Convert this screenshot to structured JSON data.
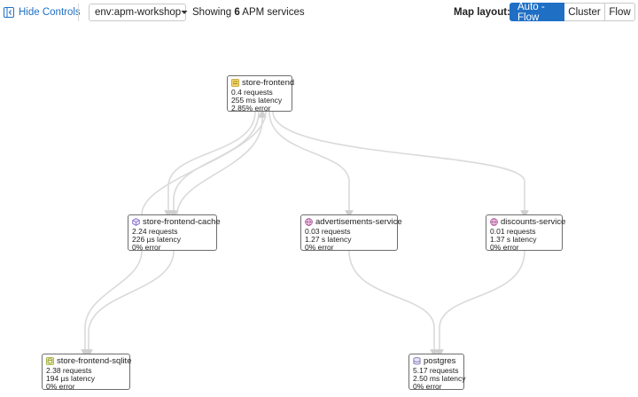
{
  "toolbar": {
    "hide_controls": "Hide Controls",
    "env": "env:apm-workshop",
    "showing_prefix": "Showing",
    "showing_count": "6",
    "showing_suffix": "APM services",
    "layout_label": "Map layout:",
    "layout_options": [
      "Auto - Flow",
      "Cluster",
      "Flow"
    ],
    "active_layout": "Auto - Flow",
    "accent": "#1f6fc5"
  },
  "nodes": {
    "store_frontend": {
      "name": "store-frontend",
      "icon": "web-service-icon",
      "requests": "0.4 requests",
      "latency": "255 ms latency",
      "error": "2.85% error"
    },
    "store_frontend_cache": {
      "name": "store-frontend-cache",
      "icon": "cache-icon",
      "requests": "2.24 requests",
      "latency": "226 µs latency",
      "error": "0% error"
    },
    "advertisements_service": {
      "name": "advertisements-service",
      "icon": "globe-icon",
      "requests": "0.03 requests",
      "latency": "1.27 s latency",
      "error": "0% error"
    },
    "discounts_service": {
      "name": "discounts-service",
      "icon": "globe-icon",
      "requests": "0.01 requests",
      "latency": "1.37 s latency",
      "error": "0% error"
    },
    "store_frontend_sqlite": {
      "name": "store-frontend-sqlite",
      "icon": "database-icon",
      "requests": "2.38 requests",
      "latency": "194 µs latency",
      "error": "0% error"
    },
    "postgres": {
      "name": "postgres",
      "icon": "database-icon",
      "requests": "5.17 requests",
      "latency": "2.50 ms latency",
      "error": "0% error"
    }
  }
}
